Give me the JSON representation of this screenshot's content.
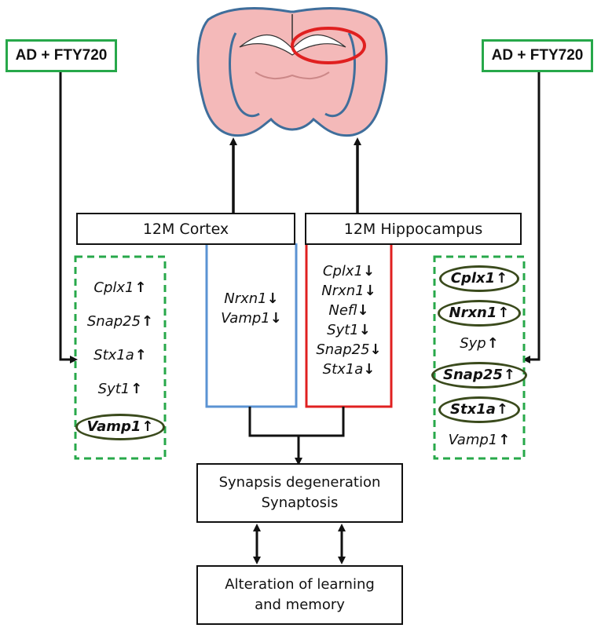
{
  "treatment": {
    "left_label": "AD + FTY720",
    "right_label": "AD + FTY720"
  },
  "regions": {
    "cortex": "12M Cortex",
    "hippocampus": "12M Hippocampus"
  },
  "left_genes": [
    {
      "name": "Cplx1",
      "arrow": "↑",
      "highlight": false
    },
    {
      "name": "Snap25",
      "arrow": "↑",
      "highlight": false
    },
    {
      "name": "Stx1a",
      "arrow": "↑",
      "highlight": false
    },
    {
      "name": "Syt1",
      "arrow": "↑",
      "highlight": false
    },
    {
      "name": "Vamp1",
      "arrow": "↑",
      "highlight": true
    }
  ],
  "cortex_genes": [
    {
      "name": "Nrxn1",
      "arrow": "↓"
    },
    {
      "name": "Vamp1",
      "arrow": "↓"
    }
  ],
  "hippocampus_genes": [
    {
      "name": "Cplx1",
      "arrow": "↓"
    },
    {
      "name": "Nrxn1",
      "arrow": "↓"
    },
    {
      "name": "Nefl",
      "arrow": "↓"
    },
    {
      "name": "Syt1",
      "arrow": "↓"
    },
    {
      "name": "Snap25",
      "arrow": "↓"
    },
    {
      "name": "Stx1a",
      "arrow": "↓"
    }
  ],
  "right_genes": [
    {
      "name": "Cplx1",
      "arrow": "↑",
      "highlight": true
    },
    {
      "name": "Nrxn1",
      "arrow": "↑",
      "highlight": true
    },
    {
      "name": "Syp",
      "arrow": "↑",
      "highlight": false
    },
    {
      "name": "Snap25",
      "arrow": "↑",
      "highlight": true
    },
    {
      "name": "Stx1a",
      "arrow": "↑",
      "highlight": true
    },
    {
      "name": "Vamp1",
      "arrow": "↑",
      "highlight": false
    }
  ],
  "outcomes": {
    "synapsis_line1": "Synapsis degeneration",
    "synapsis_line2": "Synaptosis",
    "learning_line1": "Alteration of learning",
    "learning_line2": "and memory"
  },
  "colors": {
    "green_dash": "#27a84a",
    "cortex_blue": "#5b93d3",
    "hippo_red": "#e02020",
    "highlight_olive": "#3a4a1c",
    "brain_pink": "#f4b9b9",
    "brain_outline": "#3f6e9b"
  }
}
